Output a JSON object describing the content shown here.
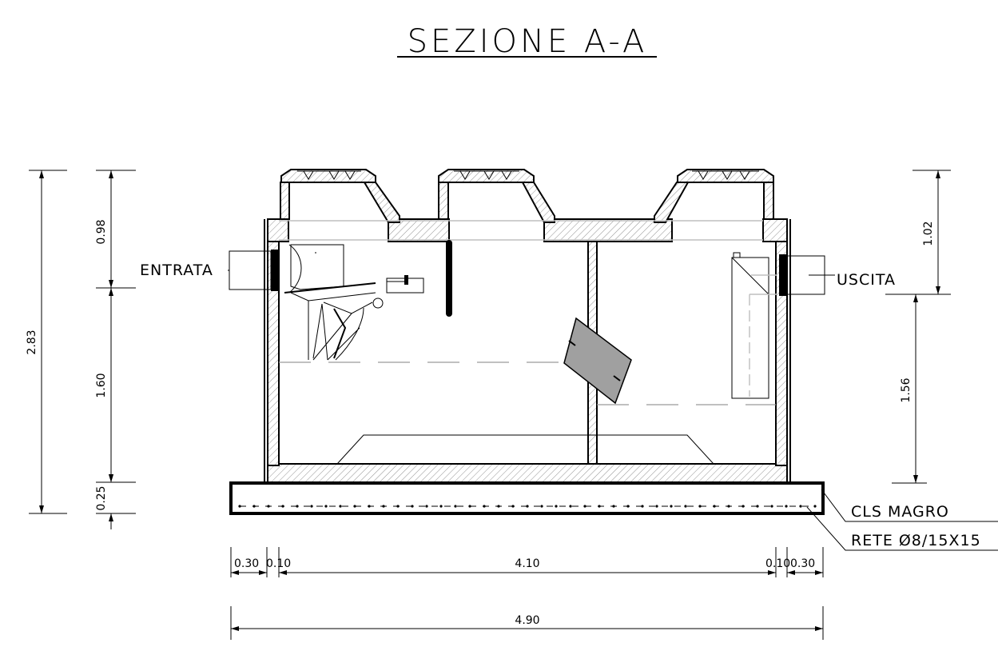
{
  "drawing": {
    "title": "SEZIONE A-A",
    "labels": {
      "inlet": "ENTRATA",
      "outlet": "USCITA",
      "lean_concrete": "CLS MAGRO",
      "mesh": "RETE Ø8/15X15"
    },
    "dimensions": {
      "total_height": "2.83",
      "left_upper": "0.98",
      "left_middle": "1.60",
      "left_bottom": "0.25",
      "right_upper": "1.02",
      "right_lower": "1.56",
      "base_left_outer": "0.30",
      "base_left_wall": "0.10",
      "base_inner": "4.10",
      "base_right_wall": "0.10",
      "base_right_outer": "0.30",
      "total_width": "4.90"
    }
  },
  "colors": {
    "lines": "#000000",
    "guide_lines": "#bfbfbf",
    "baffle_fill": "#a0a0a0"
  }
}
